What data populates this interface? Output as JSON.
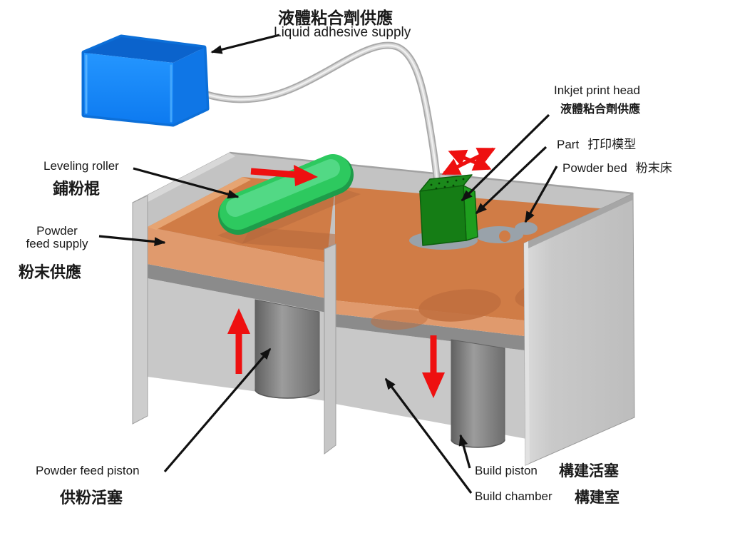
{
  "diagram": {
    "title": {
      "zh": "液體粘合劑供應",
      "en": "Liquid adhesive supply"
    },
    "labels": {
      "inkjet_print_head": {
        "en": "Inkjet print head",
        "zh": "液體粘合劑供應"
      },
      "part": {
        "en": "Part",
        "zh": "打印模型"
      },
      "powder_bed": {
        "en": "Powder bed",
        "zh": "粉末床"
      },
      "leveling_roller": {
        "en": "Leveling roller",
        "zh": "鋪粉棍"
      },
      "powder_feed_supply": {
        "en_line1": "Powder",
        "en_line2": "feed supply",
        "zh": "粉末供應"
      },
      "powder_feed_piston": {
        "en": "Powder feed piston",
        "zh": "供粉活塞"
      },
      "build_piston": {
        "en": "Build piston",
        "zh": "構建活塞"
      },
      "build_chamber": {
        "en": "Build chamber",
        "zh": "構建室"
      }
    },
    "components": [
      "liquid-adhesive-supply-box",
      "supply-tube",
      "inkjet-print-head",
      "leveling-roller",
      "powder-feed-supply",
      "powder-bed",
      "printed-part",
      "powder-feed-piston",
      "build-piston",
      "build-chamber",
      "divider-wall",
      "machine-deck"
    ],
    "motion_arrows": {
      "roller_direction": "right",
      "feed_piston_direction": "up",
      "build_piston_direction": "down",
      "print_head_motion": "x-y crossed double arrows"
    },
    "colors": {
      "adhesive_box_blue": "#1289fb",
      "adhesive_box_blue_dark": "#0b63cc",
      "head_green_dark": "#157d15",
      "roller_green": "#2dc95f",
      "powder_orange": "#d07c46",
      "powder_orange_light": "#e09a6d",
      "powder_orange_dark": "#b4683c",
      "wall_gray": "#c8c8c8",
      "plate_gray": "#8b8b8b",
      "piston_gray": "#7a7a7a",
      "part_gray": "#99a2aa",
      "motion_red": "#ee1010",
      "leader_black": "#111111"
    }
  }
}
